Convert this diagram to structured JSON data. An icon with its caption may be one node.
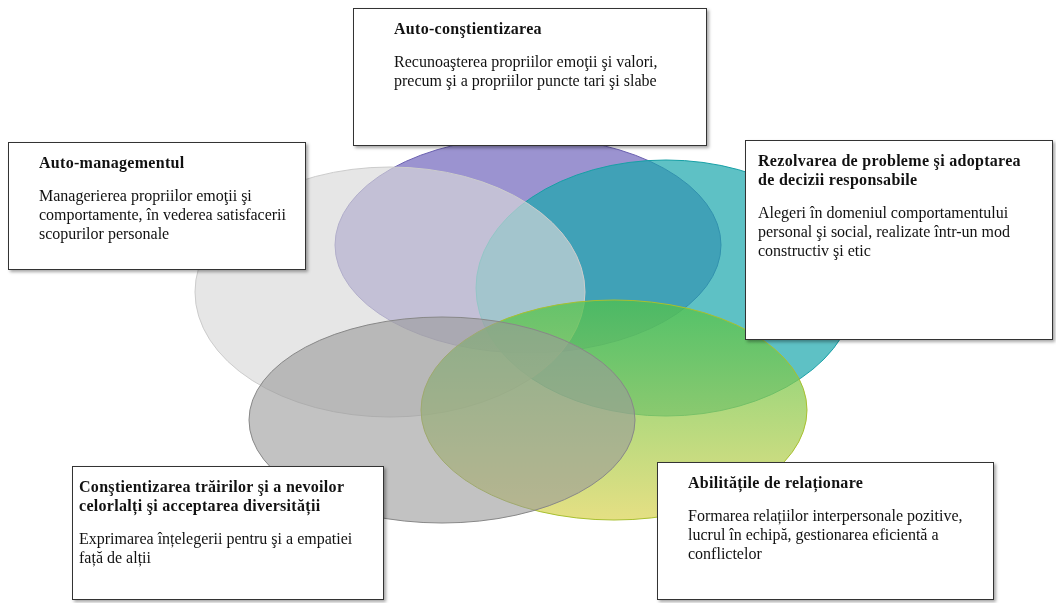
{
  "diagram": {
    "nodes": [
      {
        "text": [
          "Auto-conştientizarea",
          "Recunoaşterea propriilor emoţii şi valori, precum şi a propriilor puncte tari şi slabe"
        ]
      },
      {
        "text": [
          "Auto-managementul",
          "Managerierea propriilor emoţii şi comportamente, în vederea satisfacerii scopurilor personale"
        ]
      },
      {
        "text": [
          "Rezolvarea de probleme şi adoptarea de decizii responsabile",
          "Alegeri în domeniul comportamentului personal şi social, realizate într-un mod constructiv şi etic"
        ]
      },
      {
        "text": [
          "Conştientizarea trăirilor şi a nevoilor celorlalți şi acceptarea diversității",
          "Exprimarea înțelegerii pentru şi a empatiei față de alții"
        ]
      },
      {
        "text": [
          "Abilitățile de relaționare",
          "Formarea relațiilor interpersonale pozitive, lucrul în echipă, gestionarea eficientă a conflictelor"
        ]
      }
    ],
    "edges": []
  }
}
